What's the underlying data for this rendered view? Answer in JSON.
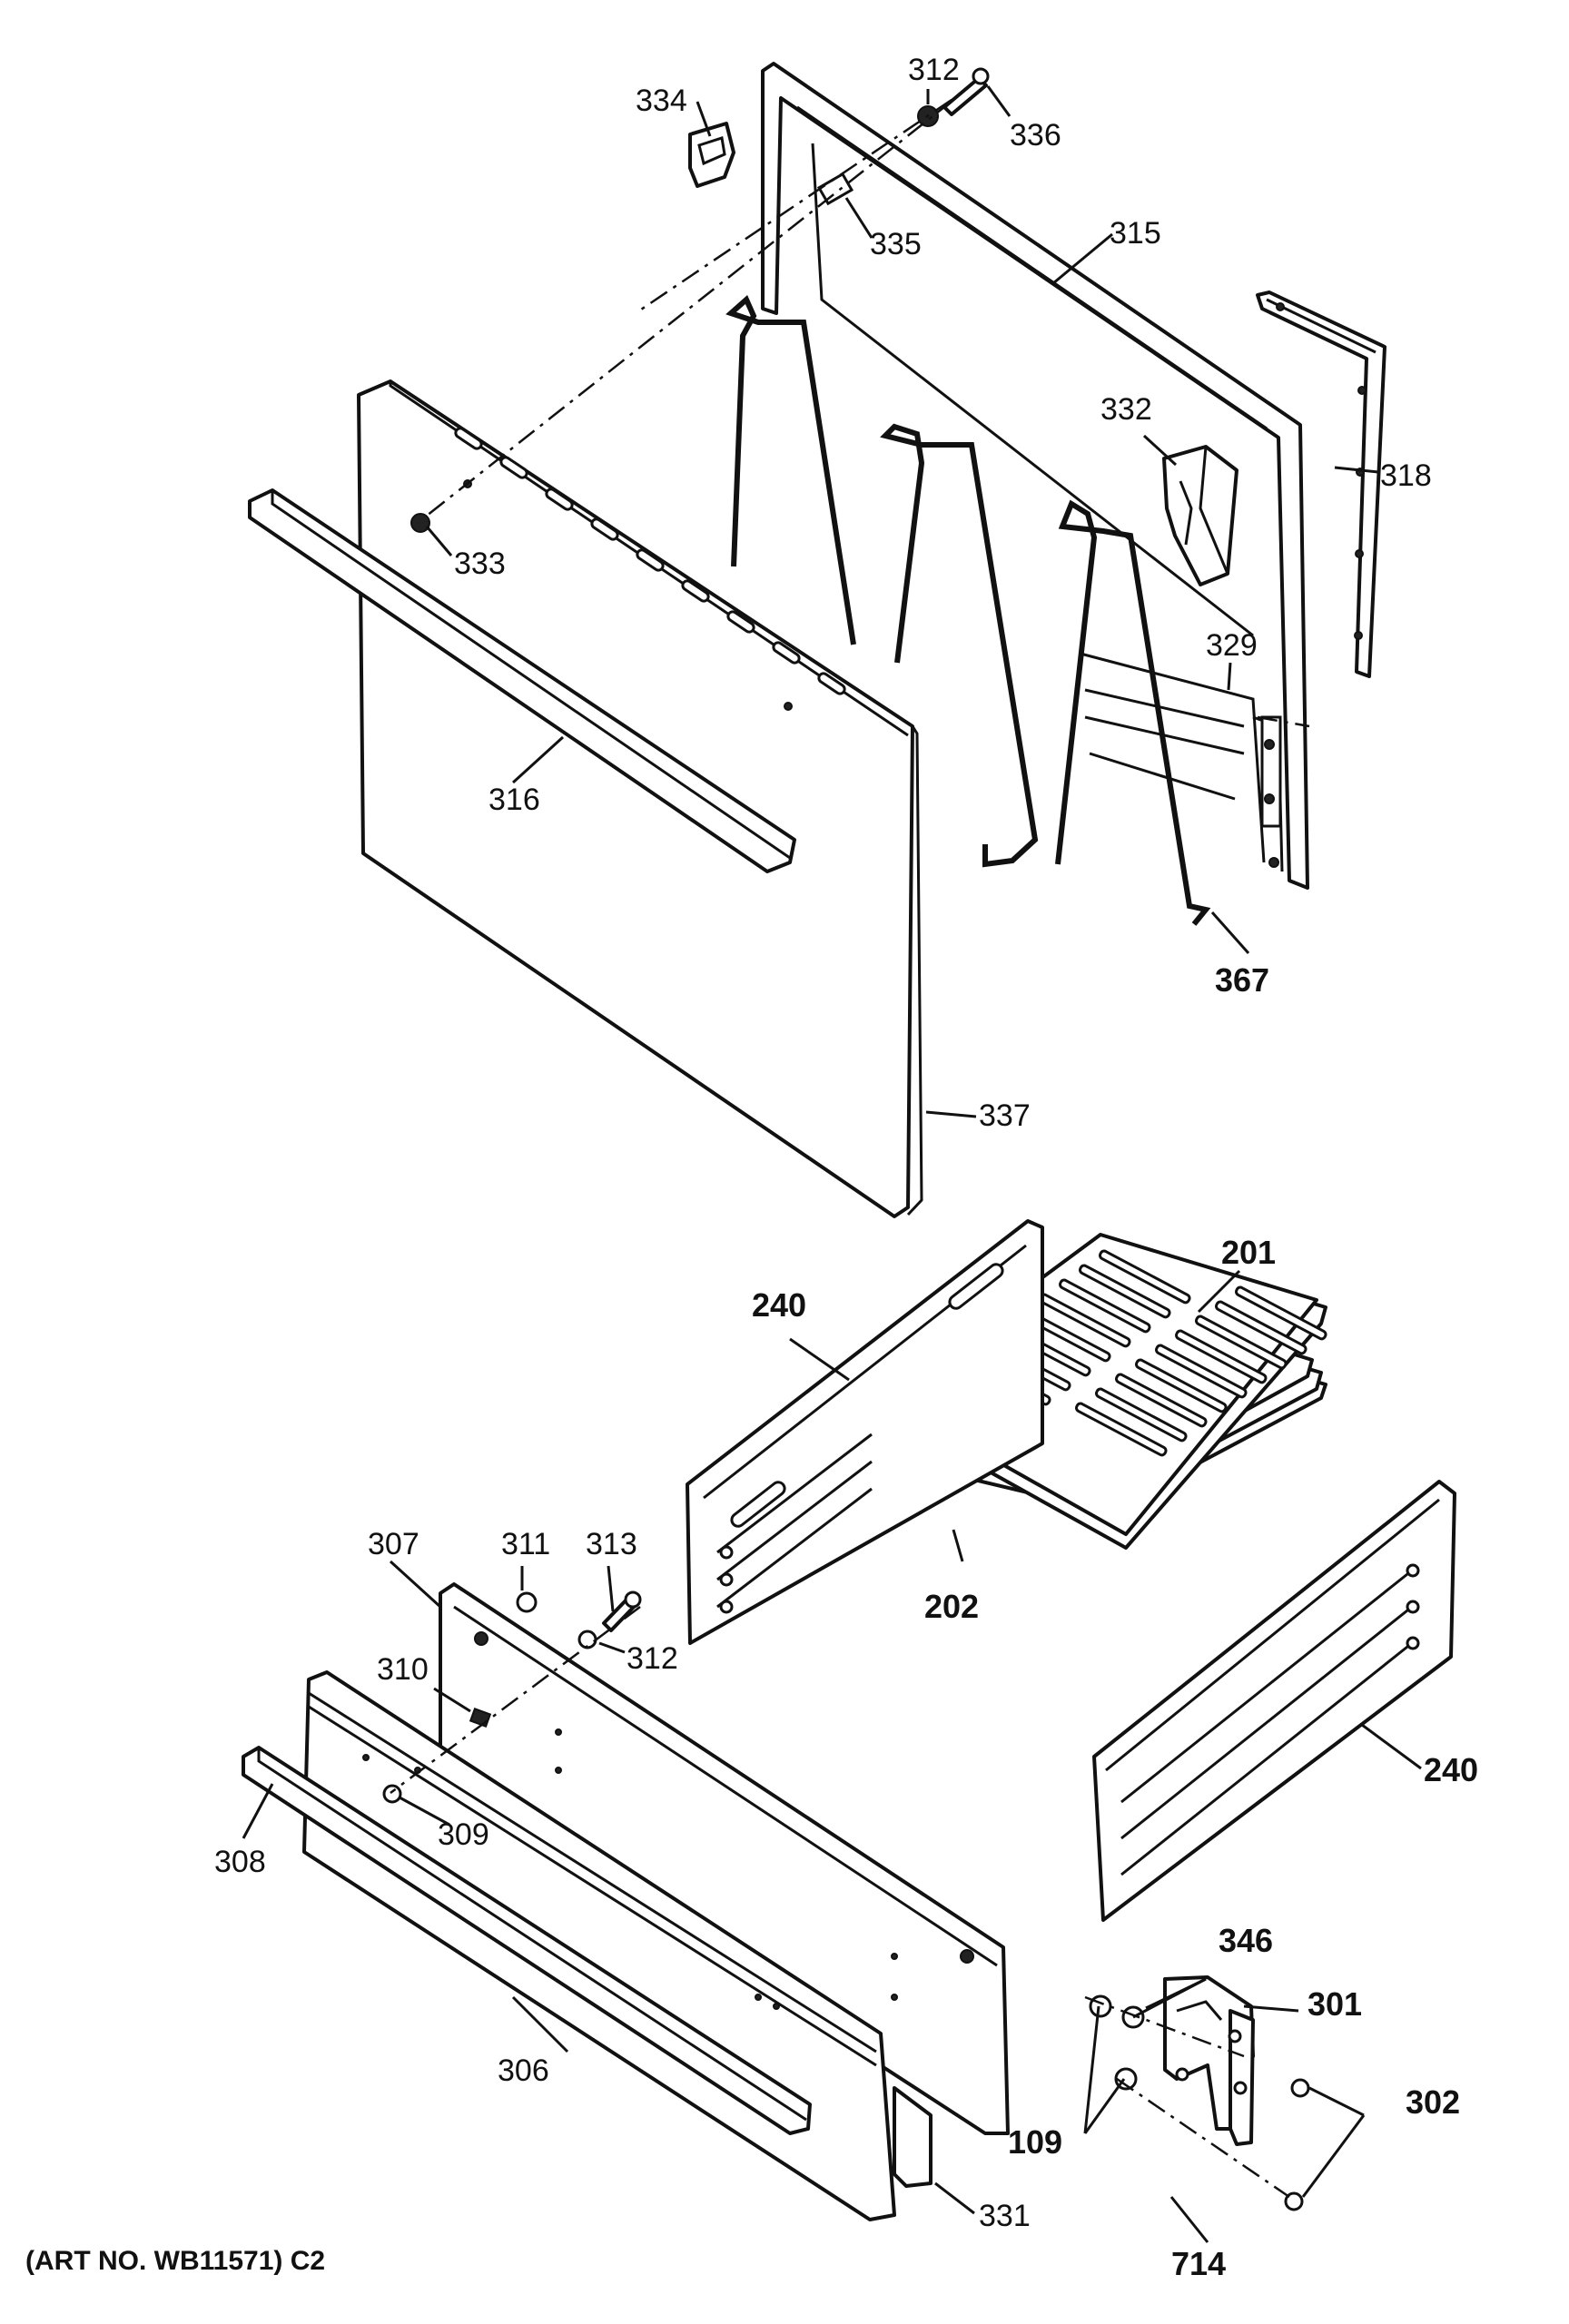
{
  "parts": [
    {
      "id": "p312a",
      "label": "312"
    },
    {
      "id": "p334",
      "label": "334"
    },
    {
      "id": "p336",
      "label": "336"
    },
    {
      "id": "p335",
      "label": "335"
    },
    {
      "id": "p315",
      "label": "315"
    },
    {
      "id": "p318",
      "label": "318"
    },
    {
      "id": "p332",
      "label": "332"
    },
    {
      "id": "p333",
      "label": "333"
    },
    {
      "id": "p329",
      "label": "329"
    },
    {
      "id": "p316",
      "label": "316"
    },
    {
      "id": "p367",
      "label": "367"
    },
    {
      "id": "p337",
      "label": "337"
    },
    {
      "id": "p201",
      "label": "201"
    },
    {
      "id": "p240a",
      "label": "240"
    },
    {
      "id": "p202",
      "label": "202"
    },
    {
      "id": "p307",
      "label": "307"
    },
    {
      "id": "p311",
      "label": "311"
    },
    {
      "id": "p313",
      "label": "313"
    },
    {
      "id": "p312b",
      "label": "312"
    },
    {
      "id": "p310",
      "label": "310"
    },
    {
      "id": "p309",
      "label": "309"
    },
    {
      "id": "p308",
      "label": "308"
    },
    {
      "id": "p240b",
      "label": "240"
    },
    {
      "id": "p346",
      "label": "346"
    },
    {
      "id": "p301",
      "label": "301"
    },
    {
      "id": "p306",
      "label": "306"
    },
    {
      "id": "p302",
      "label": "302"
    },
    {
      "id": "p109",
      "label": "109"
    },
    {
      "id": "p331",
      "label": "331"
    },
    {
      "id": "p714",
      "label": "714"
    }
  ],
  "art_number": "(ART NO. WB11571) C2"
}
